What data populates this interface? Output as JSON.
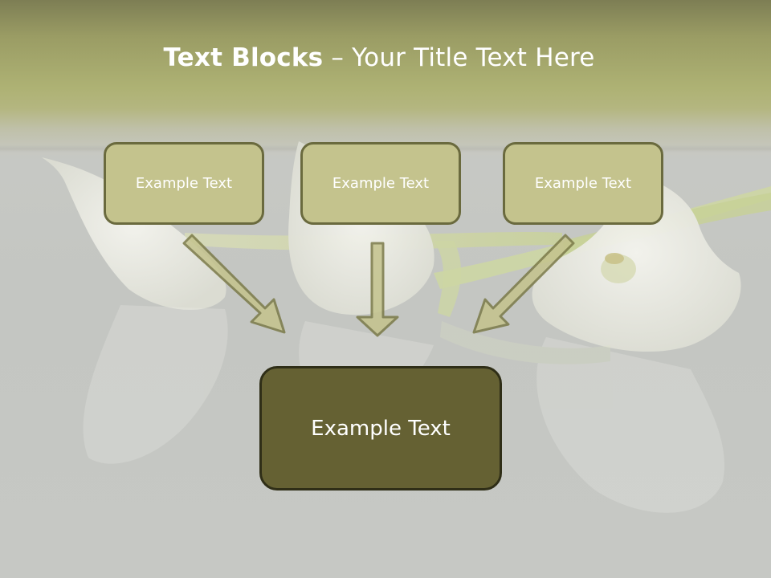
{
  "slide": {
    "title_bold": "Text Blocks",
    "title_separator": "–",
    "title_rest": "Your Title Text Here",
    "boxes": [
      {
        "label": "Example Text"
      },
      {
        "label": "Example Text"
      },
      {
        "label": "Example Text"
      }
    ],
    "center_box": {
      "label": "Example Text"
    }
  },
  "colors": {
    "header_top": "#7d7e54",
    "header_band": "#aeb274",
    "background": "#c6c8c4",
    "box_fill": "#c4c38d",
    "box_border": "#6a6a3e",
    "center_box_fill": "#656133",
    "center_box_border": "#2f2e17",
    "arrow_fill": "#c4c38d",
    "arrow_stroke": "#7b7a48"
  }
}
